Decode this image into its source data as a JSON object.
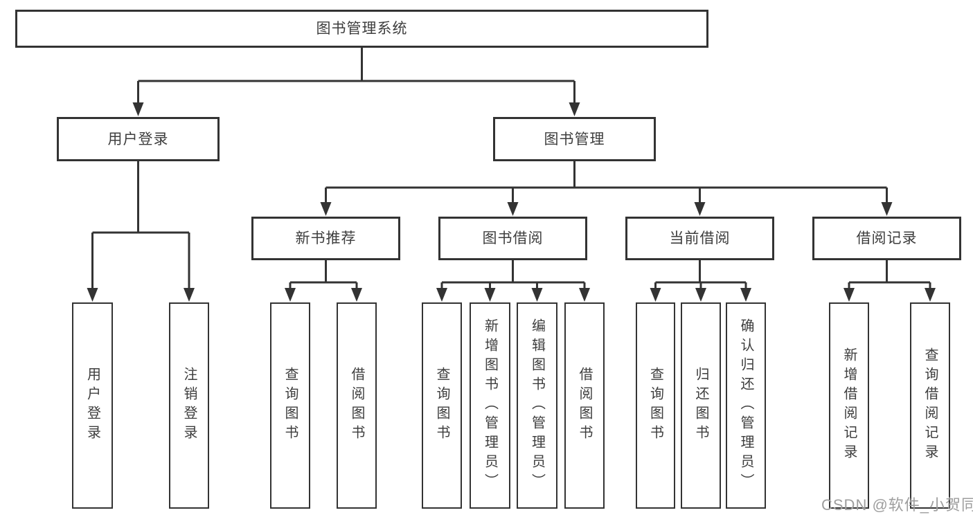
{
  "diagram": {
    "tree": {
      "label": "图书管理系统",
      "children": [
        {
          "label": "用户登录",
          "children": [
            {
              "label": "用户登录"
            },
            {
              "label": "注销登录"
            }
          ]
        },
        {
          "label": "图书管理",
          "children": [
            {
              "label": "新书推荐",
              "children": [
                {
                  "label": "查询图书"
                },
                {
                  "label": "借阅图书"
                }
              ]
            },
            {
              "label": "图书借阅",
              "children": [
                {
                  "label": "查询图书"
                },
                {
                  "label": "新增图书（管理员）"
                },
                {
                  "label": "编辑图书（管理员）"
                },
                {
                  "label": "借阅图书"
                }
              ]
            },
            {
              "label": "当前借阅",
              "children": [
                {
                  "label": "查询图书"
                },
                {
                  "label": "归还图书"
                },
                {
                  "label": "确认归还（管理员）"
                }
              ]
            },
            {
              "label": "借阅记录",
              "children": [
                {
                  "label": "新增借阅记录"
                },
                {
                  "label": "查询借阅记录"
                }
              ]
            }
          ]
        }
      ]
    },
    "watermark": {
      "text": "CSDN @软件_小贺同学"
    },
    "colors": {
      "line": "#333333",
      "text": "#3d3d3d",
      "watermark": "#9e9e9e",
      "background": "#ffffff"
    }
  }
}
